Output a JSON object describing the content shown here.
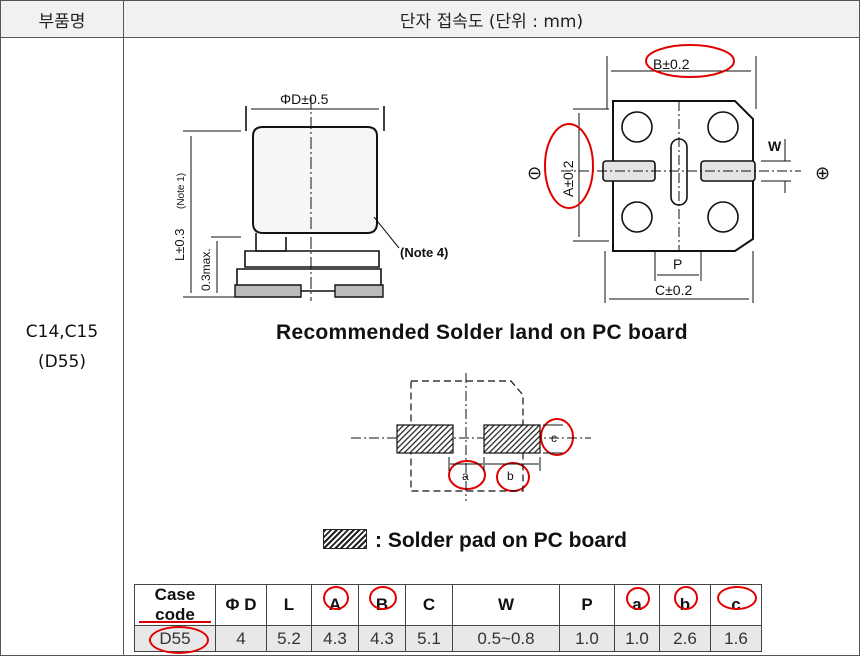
{
  "header": {
    "part_name": "부품명",
    "terminal_title": "단자 접속도 (단위 : mm)"
  },
  "part": {
    "name": "C14,C15",
    "sub": "(D55)"
  },
  "drawing": {
    "dim_phiD": "ΦD±0.5",
    "dim_L": "L±0.3",
    "note1": "(Note 1)",
    "dim_03max": "0.3max.",
    "note4": "(Note 4)",
    "dim_B": "B±0.2",
    "dim_A": "A±0.2",
    "dim_W": "W",
    "dim_P": "P",
    "dim_C": "C±0.2",
    "minus": "⊖",
    "plus": "⊕",
    "rec_title": "Recommended Solder land on PC board",
    "label_a": "a",
    "label_b": "b",
    "label_c": "c",
    "pad_legend": ": Solder pad on PC board"
  },
  "spec_table": {
    "headers": [
      "Case code",
      "Φ D",
      "L",
      "A",
      "B",
      "C",
      "W",
      "P",
      "a",
      "b",
      "c"
    ],
    "values": [
      "D55",
      "4",
      "5.2",
      "4.3",
      "4.3",
      "5.1",
      "0.5~0.8",
      "1.0",
      "1.0",
      "2.6",
      "1.6"
    ]
  },
  "colors": {
    "annotation_red": "#e00000"
  }
}
